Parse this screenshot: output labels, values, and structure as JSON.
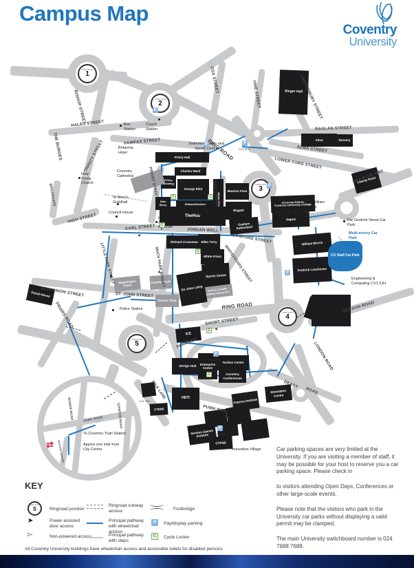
{
  "header": {
    "title": "Campus Map",
    "logo": {
      "line1": "Coventry",
      "line2": "University"
    }
  },
  "map": {
    "junction_caption": "JUNCTION",
    "junctions": {
      "j1": "1",
      "j2": "2",
      "j3": "3",
      "j4": "4",
      "j5": "5"
    },
    "streets": {
      "bishop": "BISHOP STREET",
      "hales": "HALES STREET",
      "burges": "THE BURGES",
      "trinity": "TRINITY STREET",
      "fairfax": "FAIRFAX STREET",
      "cox_top": "COX STREET",
      "vine": "VINE STREET",
      "canterbury": "CANTERBURY STREET",
      "raglan": "RAGLAN STREET",
      "alma": "ALMA STREET",
      "lower_ford": "LOWER FORD STREET",
      "ring_top": "RING ROAD",
      "sky_blue": "SKY BLUE WAY",
      "priory": "PRIORY STREET",
      "cox_mid": "COX STREET",
      "broadgate": "BROADGATE",
      "high": "HIGH STREET",
      "earl": "EARL STREET",
      "jordan": "JORDAN WELL",
      "gosford": "GOSFORD STREET",
      "little_park": "LITTLE PARK STREET",
      "much_park": "MUCH PARK STREET",
      "whitefriars": "WHITEFRIARS STREET",
      "new_union": "NEW UNION STREET",
      "st_john": "ST. JOHN STREET",
      "friars": "FRIARS ROAD",
      "ring_mid": "RING ROAD",
      "short": "SHORT STREET",
      "parkside": "PARKSIDE",
      "gulson": "GULSON ROAD",
      "london": "LONDON ROAD",
      "deasy": "DEASY",
      "deasy2": "ROAD",
      "puma": "PUMA WAY",
      "mile": "MILE LANE",
      "park_rd": "PARK ROAD",
      "manor": "MANOR ROAD",
      "quinton": "QUINTON ROAD",
      "station_sq": "STATION SQUARE"
    },
    "buildings": {
      "singer": "Singer Hall",
      "alma_b": "Alma",
      "nursery": "Nursery",
      "liberty": "Liberty Point",
      "priory_hall": "Priory Hall",
      "charles_ward": "Charles Ward",
      "priory_building": "Priory Building",
      "george_eliot": "George Eliot",
      "alan_berry": "Alan Berry",
      "hillman": "Hillman/Humber",
      "james_starley": "James Starley",
      "hub": "TheHub",
      "maurice": "Maurice Foss",
      "bugatti": "Bugatti",
      "graham": "Graham Sutherland",
      "armstrong": "Armstrong Siddeley",
      "cu_college": "Coventry University College",
      "jaguar": "Jaguar",
      "richard": "Richard Crossman",
      "ellen": "Ellen Terry",
      "white_friars": "White Friars",
      "sports": "Sports Centre",
      "health": "Science & Health Building coming 2017",
      "sir_john_laing": "Sir John Laing",
      "morris": "William Morris",
      "lanchester": "Fredrick Lanchester",
      "engineering": "Engineering & Computing CV1 2JH",
      "portal": "Portal House",
      "magistrates": "Magistrates Court",
      "county": "County Court",
      "severn": "Severn Trent",
      "ice": "ICE",
      "design_hub": "Design Hub",
      "enterprise": "Enterprise Centre",
      "techno": "Techno Centre",
      "conferences": "Coventry Conferences",
      "simulation": "Simulation Centre",
      "hdti": "HDTI",
      "futures": "Futures Institute",
      "serious_games": "Serious Games Institute",
      "ctpsr": "CTPSR",
      "ctemi": "CTEMI"
    },
    "pois": {
      "bus": "Bus Station",
      "coach": "Coach Station",
      "britannia": "Britannia Hotel",
      "swimming": "Swimming Baths and Sports Centre",
      "holy_trinity": "Holy Trinity Church",
      "cathedral": "Coventry Cathedral",
      "st_marys": "St Mary's Guildhall",
      "council": "Council House",
      "herbert": "Herbert Art Gallery and Museum",
      "police": "Police Station",
      "sir_william_lyons": "Sir William Lyons",
      "innovation": "Innovation Village"
    },
    "car_parks": {
      "far_gosford": "Far Gosford Street Car Park",
      "multi_storey": "Multi-storey Car Park",
      "cu_staff": "CU Staff Car Park"
    },
    "postcodes": {
      "cv1_5fb": "CV1 5FB",
      "cv1_2tt": "CV1 2TT",
      "cv1_2nl": "CV1 2NL"
    },
    "icons": {
      "parking": "P",
      "cycle": "C"
    }
  },
  "inset": {
    "to_station": "To Coventry Train Station",
    "distance": "Approx one mile from City Centre"
  },
  "key": {
    "heading": "KEY",
    "items": [
      "Ringroad junction",
      "Ringroad subway access",
      "Footbridge",
      "Power assisted door access",
      "Principal pathway with wheelchair access",
      "Pay/display parking",
      "Non-powered access",
      "Principal pathway with steps",
      "Cycle Locker"
    ],
    "note": "All Coventry University buildings have wheelchair access and accessible toilets for disabled persons"
  },
  "parking_info": {
    "p1": "Car parking spaces are very limited at the University. If you are visiting a member of staff, it may be possible for your host to reserve you a car parking space. Please check in",
    "p2": "to visitors attending Open Days, Conferences or other large-scale events.",
    "p3": "Please note that the visitors who park in the University car parks without displaying a valid permit may be clamped.",
    "p4": "The main University switchboard number is 024 7688 7688."
  }
}
